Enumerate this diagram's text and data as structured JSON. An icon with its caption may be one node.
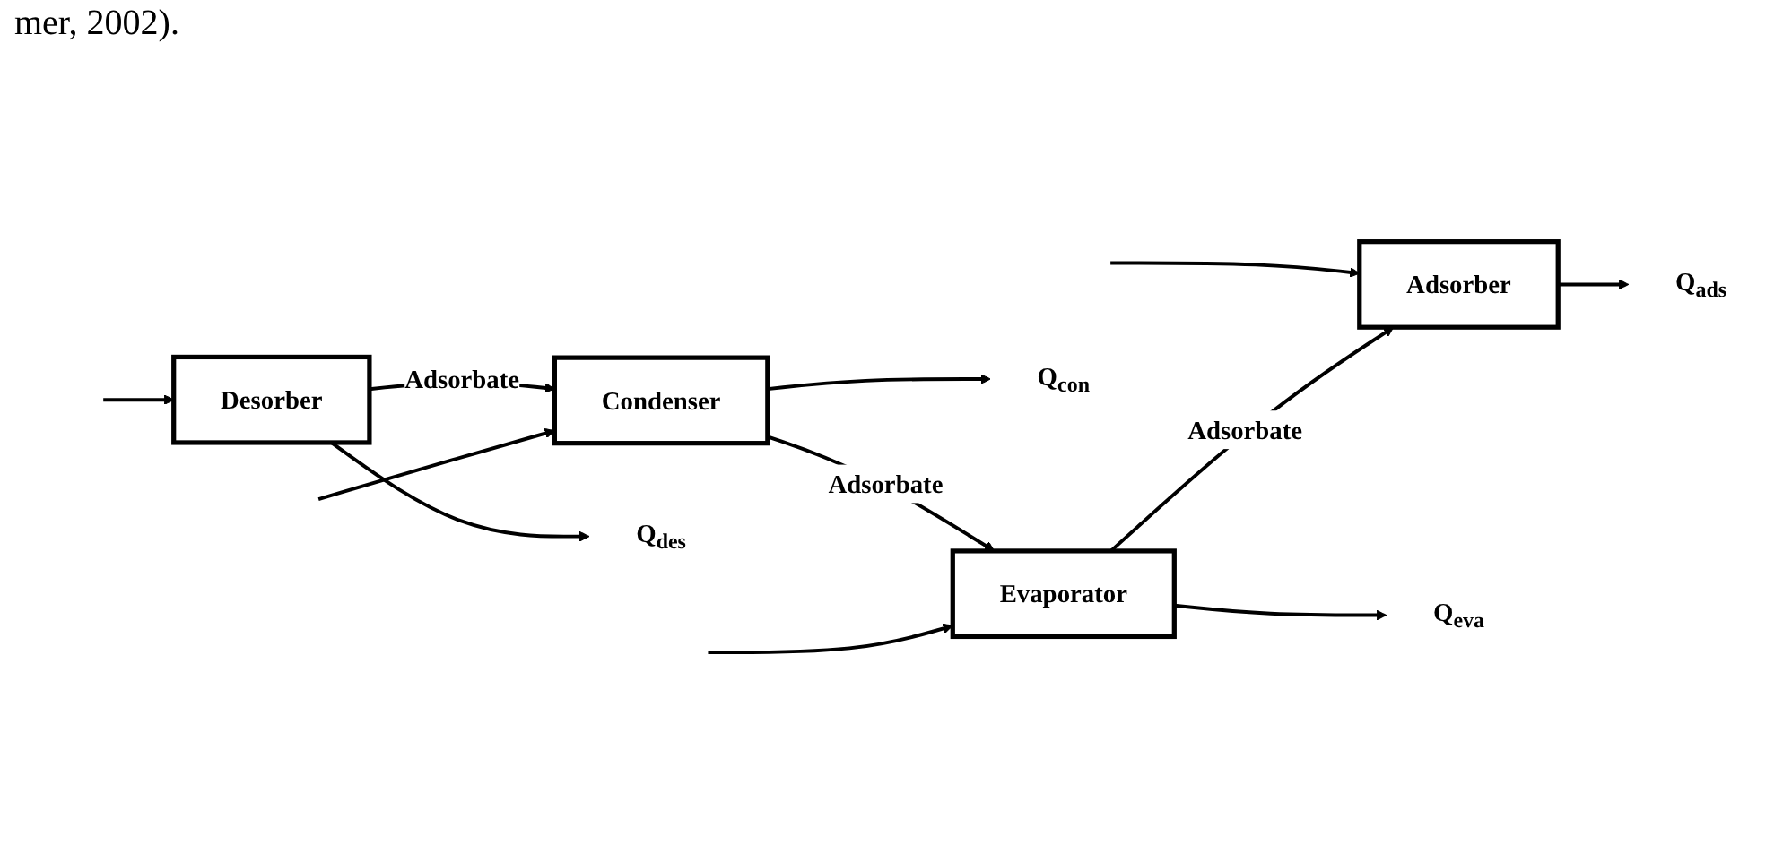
{
  "diagram": {
    "nodes": [
      {
        "text": [
          "Desorber"
        ]
      },
      {
        "text": [
          "Adsorber"
        ]
      },
      {
        "text": [
          "Condenser"
        ]
      },
      {
        "text": [
          "Evaporator"
        ]
      },
      {
        "text": [
          "Q$_{des}$"
        ]
      },
      {
        "text": [
          "Q$_{ads}$"
        ]
      },
      {
        "text": [
          "Q$_{con}$"
        ]
      },
      {
        "text": [
          "Q$_{eva}$"
        ]
      }
    ],
    "edges": [
      {
        "from": null,
        "to": 0,
        "arrow": "to"
      },
      {
        "from": 0,
        "to": 4,
        "arrow": "to"
      },
      {
        "from": null,
        "to": 1,
        "arrow": "to"
      },
      {
        "from": 1,
        "to": 5,
        "arrow": "to"
      },
      {
        "from": 0,
        "to": 2,
        "arrow": "to",
        "label": "Adsorbate"
      },
      {
        "from": null,
        "to": 2,
        "arrow": "to"
      },
      {
        "from": 2,
        "to": 6,
        "arrow": "to"
      },
      {
        "from": 2,
        "to": 3,
        "arrow": "to",
        "label": "Adsorbate"
      },
      {
        "from": 3,
        "to": 1,
        "arrow": "to",
        "label": "Adsorbate"
      },
      {
        "from": null,
        "to": 3,
        "arrow": "to"
      },
      {
        "from": 3,
        "to": 7,
        "arrow": "to"
      }
    ],
    "labels": [
      "mer, 2002)."
    ]
  }
}
